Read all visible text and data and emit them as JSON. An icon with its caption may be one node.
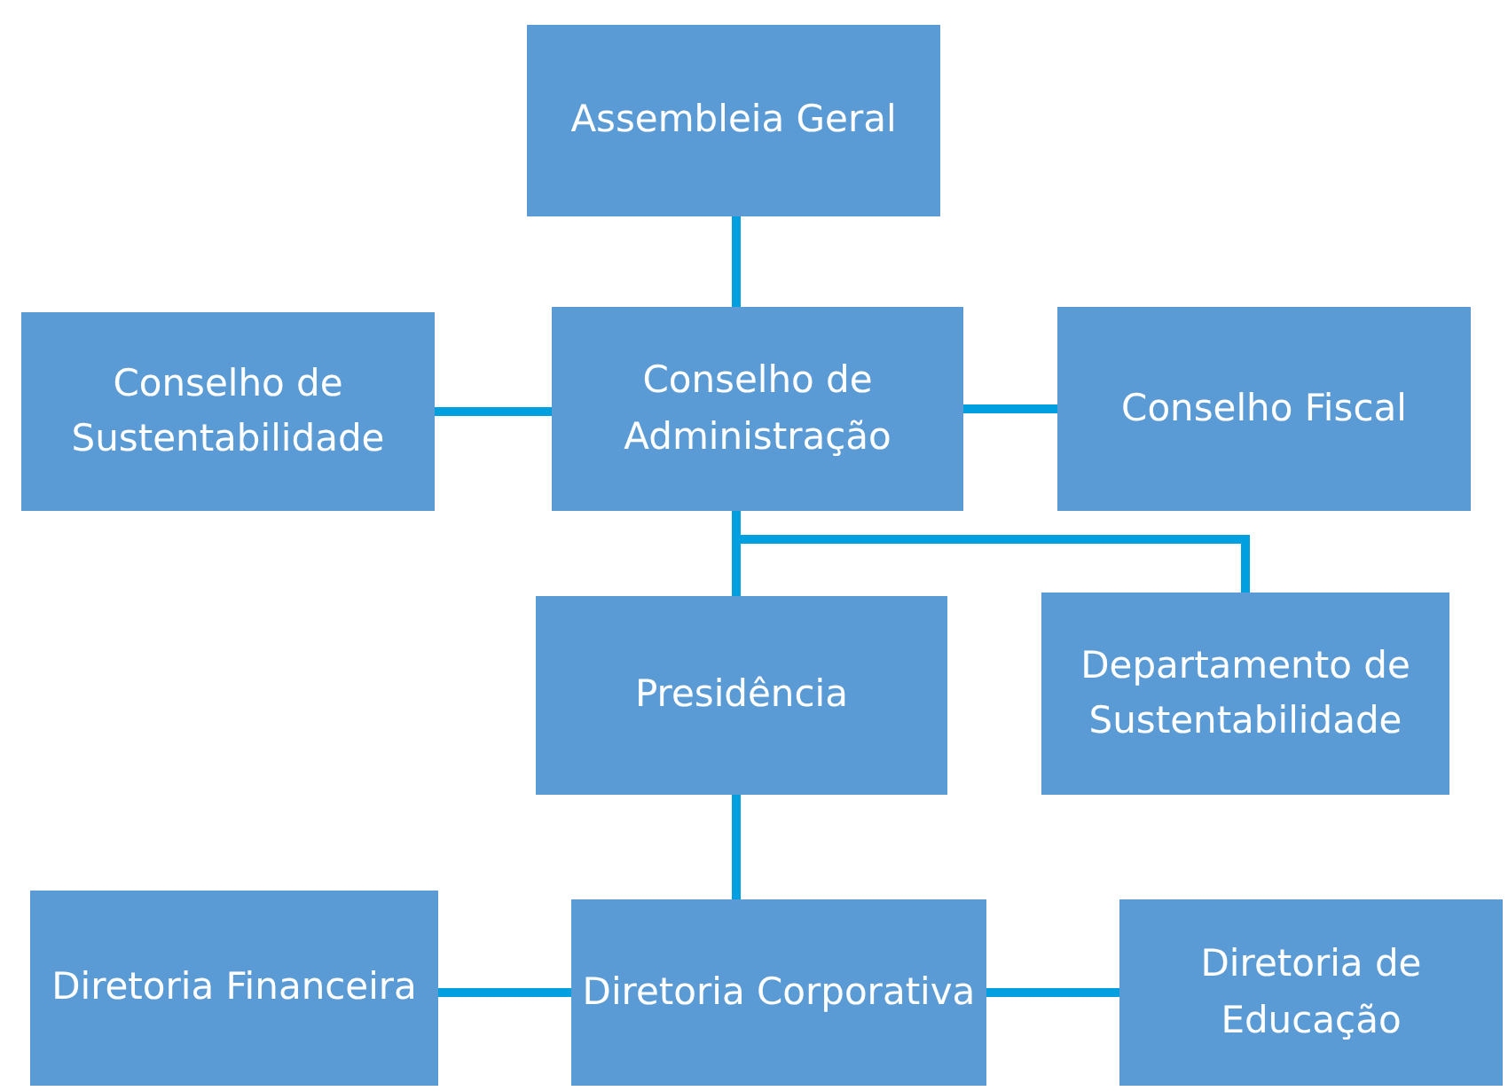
{
  "diagram": {
    "nodes": [
      {
        "text": [
          "Assembleia Geral"
        ]
      },
      {
        "text": [
          "Conselho de Sustentabilidade"
        ]
      },
      {
        "text": [
          "Conselho de Administração"
        ]
      },
      {
        "text": [
          "Conselho Fiscal"
        ]
      },
      {
        "text": [
          "Presidência"
        ]
      },
      {
        "text": [
          "Departamento de Sustentabilidade"
        ]
      },
      {
        "text": [
          "Diretoria Financeira"
        ]
      },
      {
        "text": [
          "Diretoria Corporativa"
        ]
      },
      {
        "text": [
          "Diretoria de Educação"
        ]
      }
    ],
    "edges": [
      {
        "from": 0,
        "to": 2,
        "arrow": "none"
      },
      {
        "from": 1,
        "to": 2,
        "arrow": "none"
      },
      {
        "from": 2,
        "to": 3,
        "arrow": "none"
      },
      {
        "from": 2,
        "to": 4,
        "arrow": "none"
      },
      {
        "from": 2,
        "to": 5,
        "arrow": "none"
      },
      {
        "from": 4,
        "to": 7,
        "arrow": "none"
      },
      {
        "from": 6,
        "to": 7,
        "arrow": "none"
      },
      {
        "from": 7,
        "to": 8,
        "arrow": "none"
      }
    ]
  }
}
